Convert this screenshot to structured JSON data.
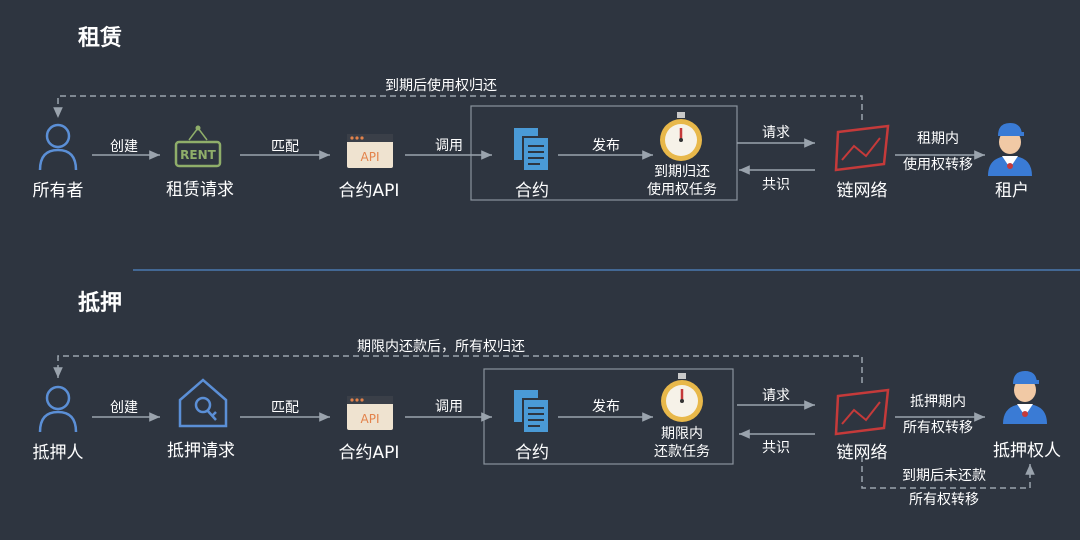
{
  "rent": {
    "title": "租赁",
    "top_loop": "到期后使用权归还",
    "owner": "所有者",
    "edge_create": "创建",
    "request": "租赁请求",
    "request_icon_text": "RENT",
    "edge_match": "匹配",
    "api": "合约API",
    "api_icon_text": "API",
    "edge_call": "调用",
    "contract": "合约",
    "edge_publish": "发布",
    "task_line1": "到期归还",
    "task_line2": "使用权任务",
    "edge_request": "请求",
    "edge_consensus": "共识",
    "chain": "链网络",
    "right_line1": "租期内",
    "right_line2": "使用权转移",
    "party": "租户"
  },
  "pledge": {
    "title": "抵押",
    "top_loop": "期限内还款后，所有权归还",
    "owner": "抵押人",
    "edge_create": "创建",
    "request": "抵押请求",
    "edge_match": "匹配",
    "api": "合约API",
    "api_icon_text": "API",
    "edge_call": "调用",
    "contract": "合约",
    "edge_publish": "发布",
    "task_line1": "期限内",
    "task_line2": "还款任务",
    "edge_request": "请求",
    "edge_consensus": "共识",
    "chain": "链网络",
    "right_line1": "抵押期内",
    "right_line2": "所有权转移",
    "party": "抵押权人",
    "bottom_line1": "到期后未还款",
    "bottom_line2": "所有权转移"
  },
  "colors": {
    "background": "#2e3540",
    "arrow": "#9aa3ad",
    "icon_blue": "#5b8fd6",
    "rent_green": "#8fae6a",
    "api_orange": "#e3824a",
    "chain_red": "#c53a3a",
    "stopwatch_gold": "#e8b84a",
    "divider": "#4a7ab0"
  }
}
